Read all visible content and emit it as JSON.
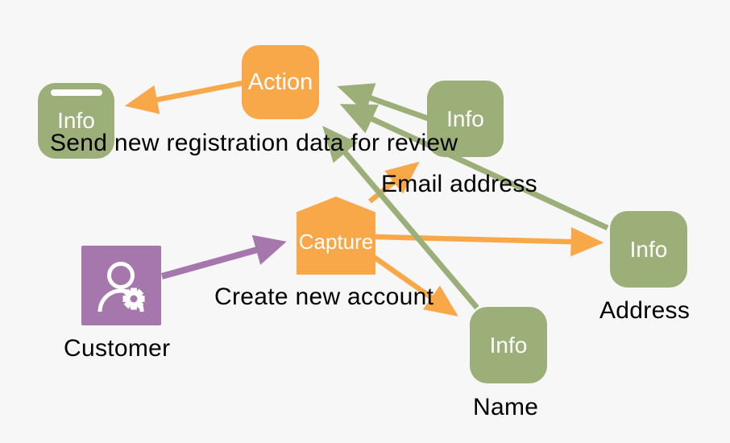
{
  "diagram": {
    "background_color": "#f7f7f7",
    "colors": {
      "info_node": "#9DAF78",
      "action_node": "#F8A848",
      "actor_node": "#A577AD",
      "label_text": "#000000",
      "node_text": "#ffffff"
    },
    "nodes": {
      "info_review": {
        "type": "info",
        "label": "Info"
      },
      "action": {
        "type": "action",
        "label": "Action"
      },
      "info_email": {
        "type": "info",
        "label": "Info",
        "name": "Email address"
      },
      "capture": {
        "type": "capture",
        "label": "Capture"
      },
      "customer": {
        "type": "actor",
        "name": "Customer"
      },
      "info_address": {
        "type": "info",
        "label": "Info",
        "name": "Address"
      },
      "info_name": {
        "type": "info",
        "label": "Info",
        "name": "Name"
      }
    },
    "edge_labels": {
      "send_review": "Send new registration data for review",
      "create_account": "Create new account"
    },
    "edges": [
      {
        "from": "action",
        "to": "info_review",
        "color": "orange"
      },
      {
        "from": "capture",
        "to": "info_email",
        "color": "orange"
      },
      {
        "from": "capture",
        "to": "info_address",
        "color": "orange"
      },
      {
        "from": "capture",
        "to": "info_name",
        "color": "orange"
      },
      {
        "from": "info_email",
        "to": "action",
        "color": "green"
      },
      {
        "from": "info_address",
        "to": "action",
        "color": "green"
      },
      {
        "from": "info_name",
        "to": "action",
        "color": "green"
      },
      {
        "from": "customer",
        "to": "capture",
        "color": "purple"
      }
    ]
  }
}
